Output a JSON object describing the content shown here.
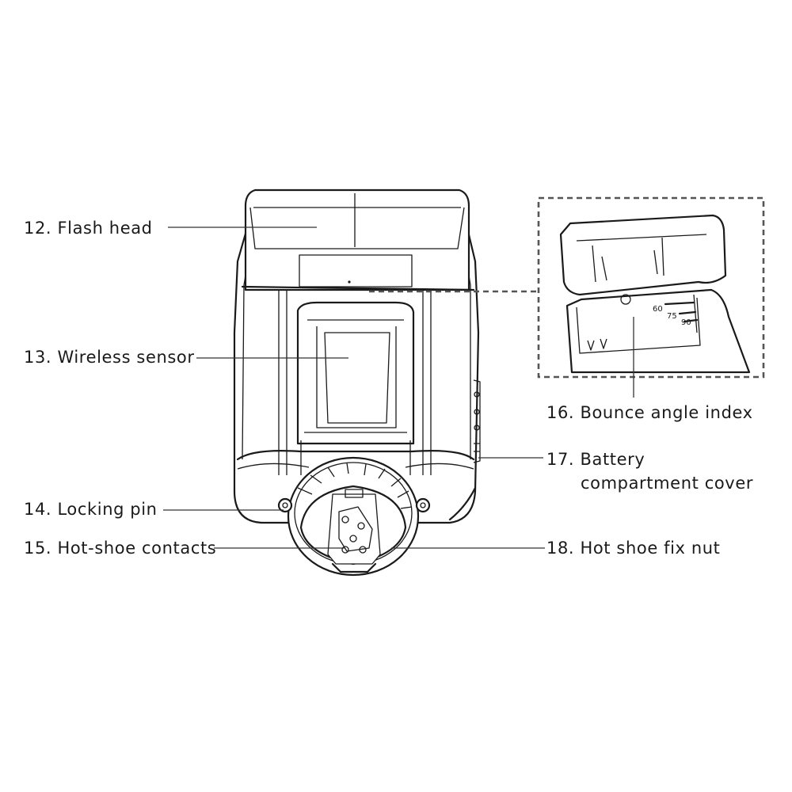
{
  "callouts": {
    "c12": "12. Flash head",
    "c13": "13. Wireless sensor",
    "c14": "14. Locking pin",
    "c15": "15. Hot-shoe contacts",
    "c16": "16. Bounce angle index",
    "c17_line1": "17. Battery",
    "c17_line2": "compartment cover",
    "c18": "18. Hot shoe fix nut"
  },
  "bounce_scale": {
    "mark_60": "60",
    "mark_75": "75",
    "mark_90": "90"
  }
}
